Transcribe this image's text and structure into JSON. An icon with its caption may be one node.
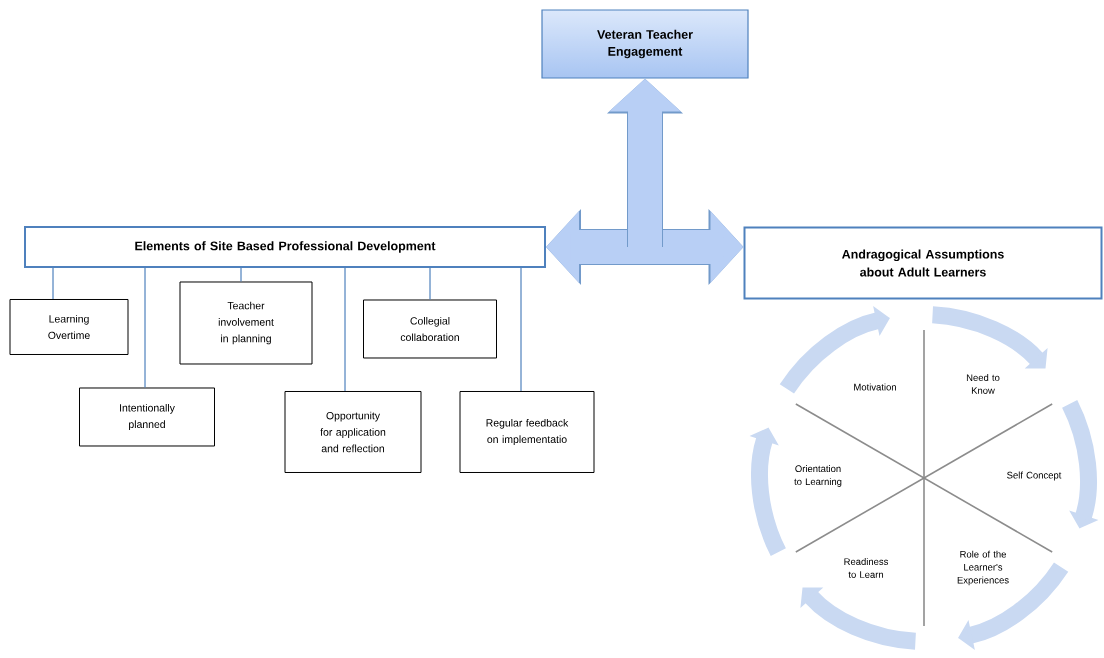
{
  "diagram": {
    "nodes": [
      {
        "text": [
          "Veteran Teacher Engagement"
        ]
      },
      {
        "text": [
          "Elements of Site Based Professional Development"
        ]
      },
      {
        "text": [
          "Learning Overtime"
        ]
      },
      {
        "text": [
          "Intentionally planned"
        ]
      },
      {
        "text": [
          "Teacher involvement in planning"
        ]
      },
      {
        "text": [
          "Opportunity for application and reflection"
        ]
      },
      {
        "text": [
          "Collegial collaboration"
        ]
      },
      {
        "text": [
          "Regular feedback on implementatio"
        ]
      },
      {
        "text": [
          "Andragogical Assumptions about Adult Learners"
        ]
      },
      {
        "text": [
          "Motivation"
        ]
      },
      {
        "text": [
          "Need to Know"
        ]
      },
      {
        "text": [
          "Orientation to Learning"
        ]
      },
      {
        "text": [
          "Self Concept"
        ]
      },
      {
        "text": [
          "Readiness to Learn"
        ]
      },
      {
        "text": [
          "Role of the Learner's Experiences"
        ]
      }
    ],
    "edges": [
      {
        "from": 1,
        "to": 8,
        "arrow": "both",
        "style": "thick",
        "color": "#b8cff5"
      },
      {
        "from": null,
        "to": 0,
        "arrow": "to",
        "style": "thick",
        "color": "#b8cff5"
      },
      {
        "from": 1,
        "to": 2,
        "arrow": "none"
      },
      {
        "from": 1,
        "to": 3,
        "arrow": "none"
      },
      {
        "from": 1,
        "to": 4,
        "arrow": "none"
      },
      {
        "from": 1,
        "to": 5,
        "arrow": "none"
      },
      {
        "from": 1,
        "to": 6,
        "arrow": "none"
      },
      {
        "from": 1,
        "to": 7,
        "arrow": "none"
      }
    ]
  }
}
